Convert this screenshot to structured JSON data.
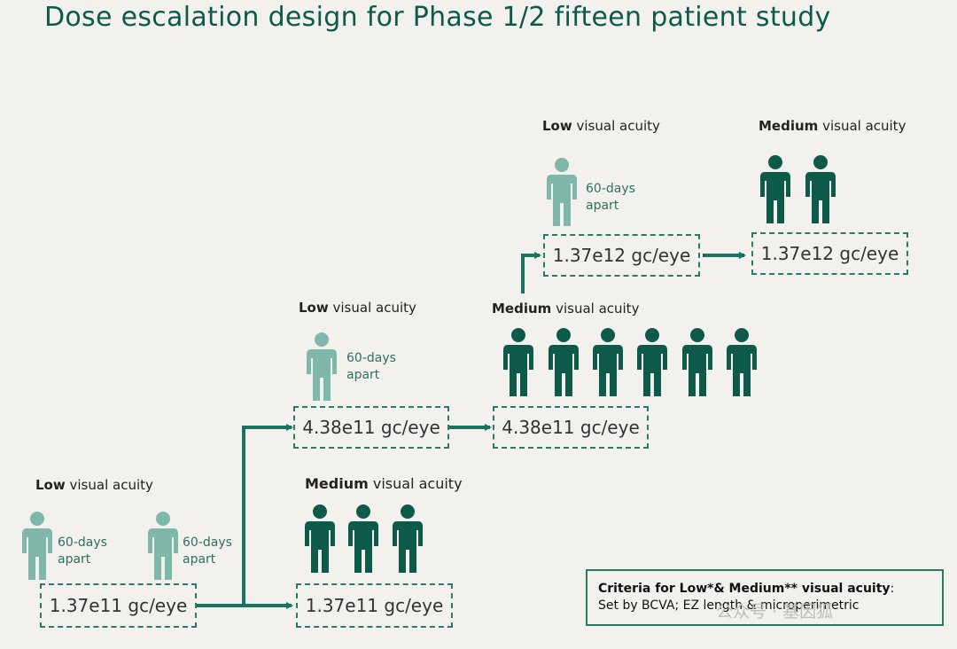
{
  "title": "Dose escalation design for Phase 1/2 fifteen patient study",
  "labels": {
    "low_prefix": "Low",
    "medium_prefix": "Medium",
    "suffix": "visual acuity"
  },
  "interval_note": {
    "line1": "60-days",
    "line2": "apart"
  },
  "doses": {
    "cohort1_low": "1.37e11 gc/eye",
    "cohort1_medium": "1.37e11 gc/eye",
    "cohort2_low": "4.38e11 gc/eye",
    "cohort2_medium": "4.38e11 gc/eye",
    "cohort3_low": "1.37e12 gc/eye",
    "cohort3_medium": "1.37e12 gc/eye"
  },
  "patient_counts": {
    "cohort1_low": 2,
    "cohort1_medium": 3,
    "cohort2_low": 1,
    "cohort2_medium": 6,
    "cohort3_low": 1,
    "cohort3_medium": 2
  },
  "criteria": {
    "title": "Criteria for Low*& Medium** visual acuity",
    "title_colon": ":",
    "text": "Set by BCVA;  EZ length & microperimetric"
  },
  "watermark": "公众号 · 基因狐",
  "colors": {
    "low_person": "#7fb8aa",
    "medium_person": "#0d5a4b",
    "arrow": "#1a7260",
    "title": "#0d5a4b"
  },
  "icons": {
    "person": "person-icon",
    "arrow": "arrow-right-icon"
  }
}
